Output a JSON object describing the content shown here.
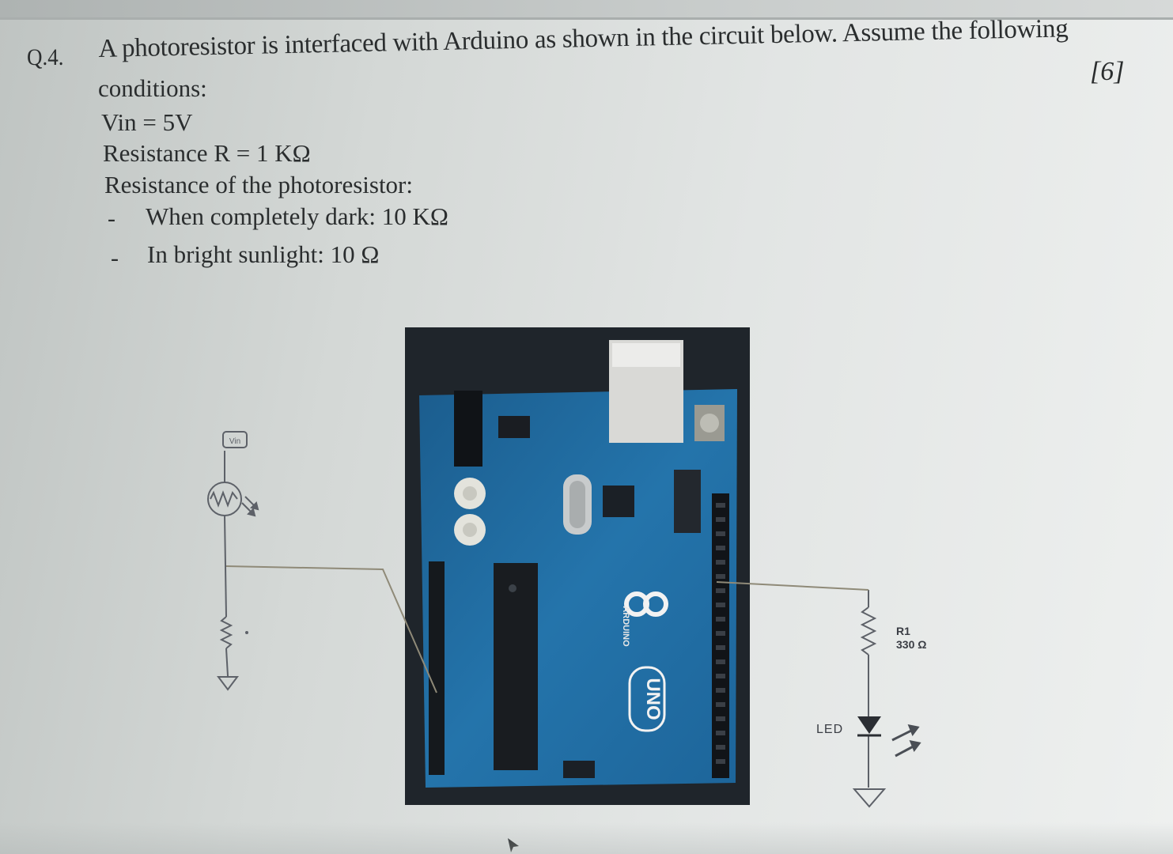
{
  "question": {
    "number": "Q.4.",
    "text": "A photoresistor is interfaced with Arduino as shown in the circuit below. Assume the following",
    "text_continued": "conditions:",
    "marks": "[6]"
  },
  "conditions": {
    "vin": "Vin = 5V",
    "resistance_r": "Resistance R = 1 KΩ",
    "photoresistor_heading": "Resistance of the photoresistor:",
    "items": [
      {
        "bullet": "-",
        "text": "When completely dark: 10 KΩ"
      },
      {
        "bullet": "-",
        "text": "In bright sunlight: 10 Ω"
      }
    ]
  },
  "figure": {
    "board_logo_text": "UNO",
    "board_brand_text": "ARDUINO",
    "vin_source_label": "Vin",
    "r1_label": "R1",
    "r1_value": "330 Ω",
    "led_label": "LED"
  },
  "colors": {
    "board_blue": "#1f6fa3",
    "board_dark": "#1c2127",
    "wire": "#8f8a78",
    "schematic_ink": "#5d6168"
  }
}
